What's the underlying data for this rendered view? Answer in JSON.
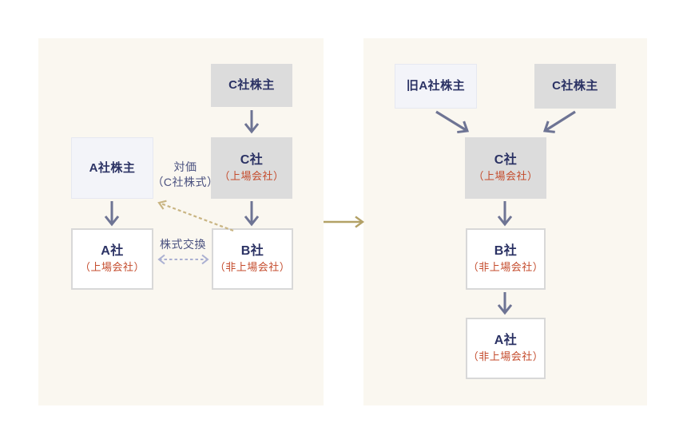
{
  "colors": {
    "page_bg": "#ffffff",
    "panel_bg": "#faf7f0",
    "gray_box_bg": "#dcdcdc",
    "light_box_bg": "#f3f4f9",
    "light_box_border": "#e6e8f1",
    "white_box_bg": "#ffffff",
    "white_box_border": "#d8d8d8",
    "navy_text": "#2b3264",
    "annotation_text": "#4a517f",
    "accent_red": "#c44b2c",
    "arrow_slate": "#6e7494",
    "arrow_periwinkle": "#abb0d2",
    "arrow_tan": "#b3a166",
    "arrow_tan_dashed": "#c9b583"
  },
  "before": {
    "c_shareholders": {
      "label": "C社株主"
    },
    "a_shareholders": {
      "label": "A社株主"
    },
    "c_company": {
      "label": "C社",
      "sublabel": "（上場会社）"
    },
    "a_company": {
      "label": "A社",
      "sublabel": "（上場会社）"
    },
    "b_company": {
      "label": "B社",
      "sublabel": "（非上場会社）"
    },
    "consideration": {
      "line1": "対価",
      "line2": "（C社株式）"
    },
    "share_exchange": {
      "label": "株式交換"
    }
  },
  "after": {
    "former_a_shareholders": {
      "label": "旧A社株主"
    },
    "c_shareholders": {
      "label": "C社株主"
    },
    "c_company": {
      "label": "C社",
      "sublabel": "（上場会社）"
    },
    "b_company": {
      "label": "B社",
      "sublabel": "（非上場会社）"
    },
    "a_company": {
      "label": "A社",
      "sublabel": "（非上場会社）"
    }
  }
}
